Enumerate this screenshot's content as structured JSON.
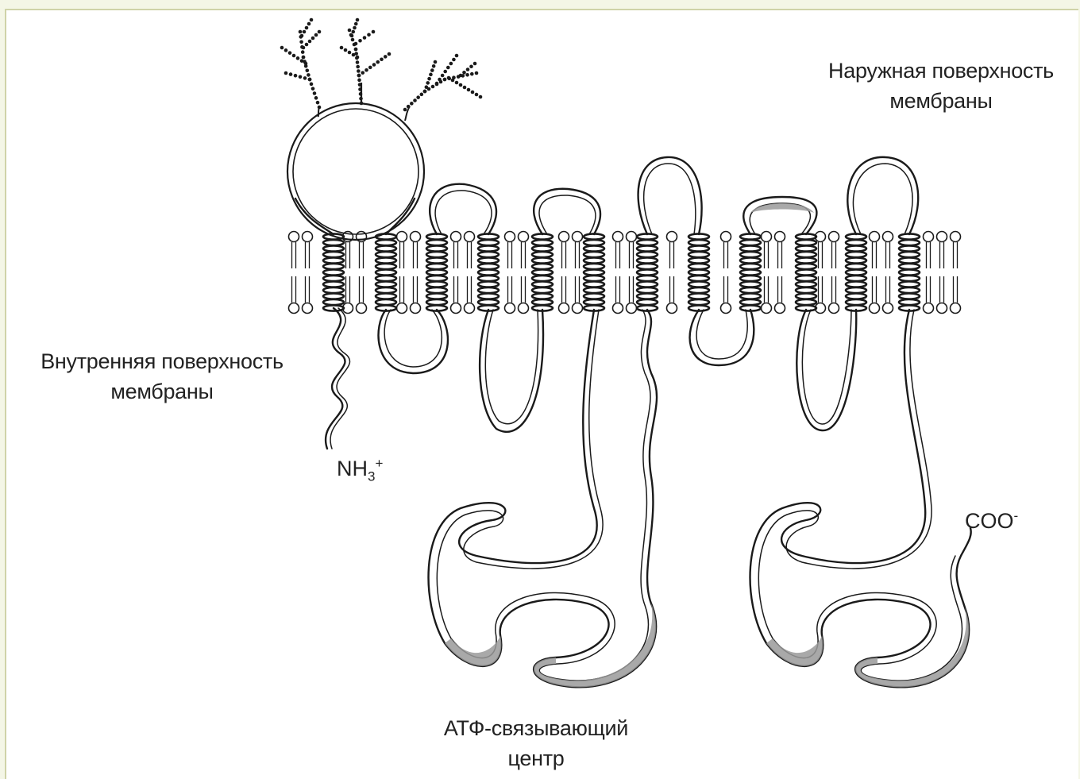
{
  "labels": {
    "outer_surface": [
      "Наружная поверхность",
      "мембраны"
    ],
    "inner_surface": [
      "Внутренняя поверхность",
      "мембраны"
    ],
    "atp_center": [
      "АТФ-связывающий",
      "центр"
    ]
  },
  "termini": {
    "n_term": {
      "base": "NH",
      "sub": "3",
      "sup": "+"
    },
    "c_term": {
      "base": "COO",
      "sup": "-"
    }
  },
  "colors": {
    "background": "#f4f6e6",
    "panel": "#ffffff",
    "line": "#1a1a1a",
    "ribbon_fill": "#9a9a9a"
  }
}
